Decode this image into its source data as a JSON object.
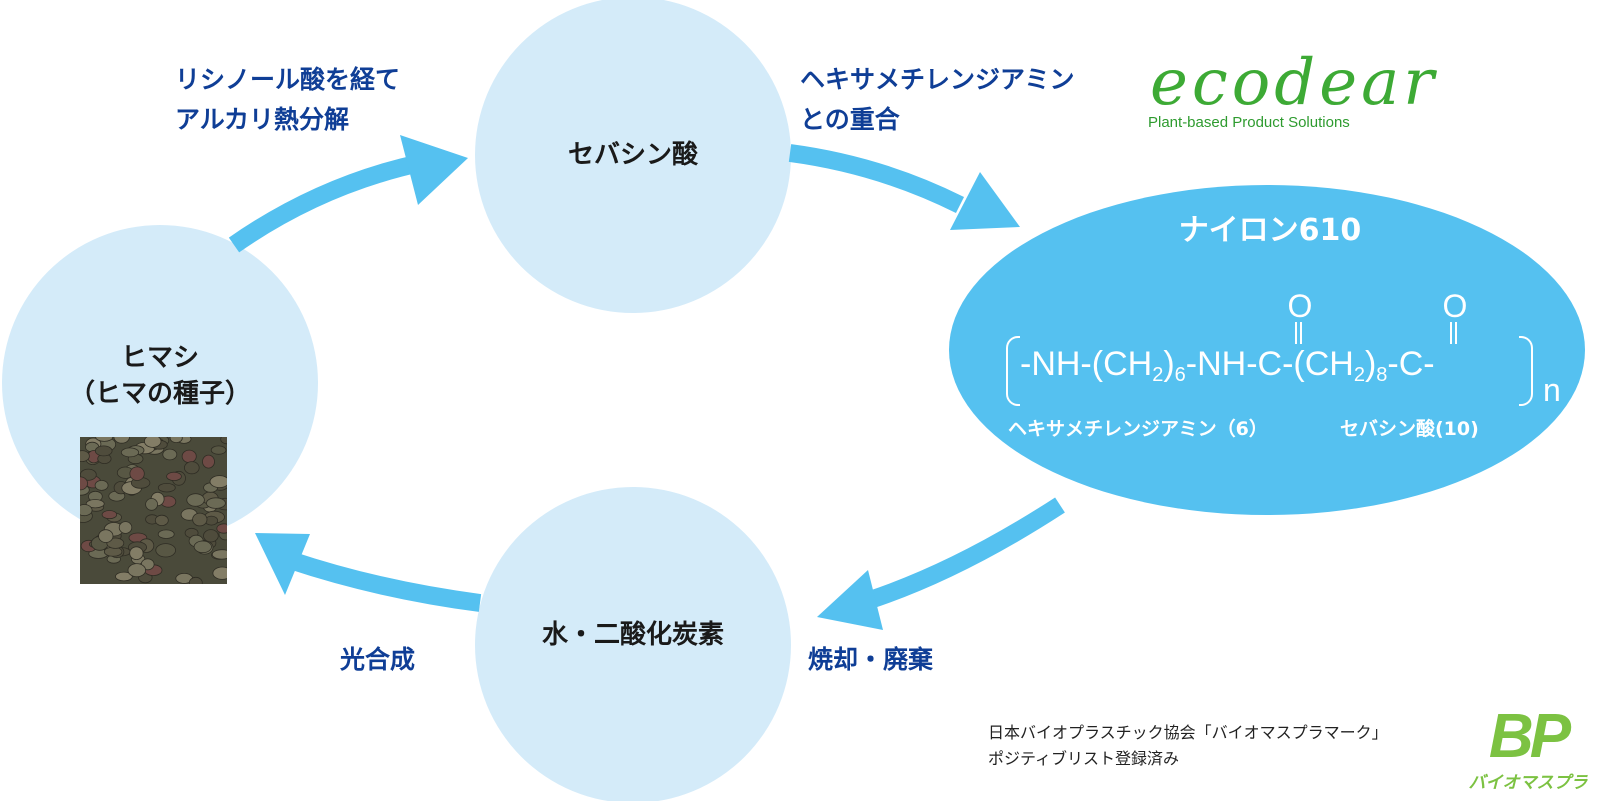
{
  "colors": {
    "node_fill": "#d4ebf9",
    "nylon_fill": "#55c1f0",
    "arrow": "#55c1f0",
    "step_label": "#0f3e96",
    "ecodear_green": "#3daa35",
    "bp_green": "#7cc242"
  },
  "nodes": {
    "castor": {
      "line1": "ヒマシ",
      "line2": "（ヒマの種子）",
      "image_alt": "castor beans photo"
    },
    "sebacic_acid": {
      "label": "セバシン酸"
    },
    "water_co2": {
      "label": "水・二酸化炭素"
    },
    "nylon": {
      "title": "ナイロン610",
      "formula": {
        "part1": "-NH-(CH",
        "sub1": "2",
        "sub1b": "6",
        "part2": "-NH-C-(CH",
        "sub2": "2",
        "sub2b": "8",
        "part3": "-C-",
        "oxygen": "O",
        "repeat": "n"
      },
      "monomer_labels": [
        "ヘキサメチレンジアミン（6）",
        "セバシン酸(10)"
      ]
    }
  },
  "steps": {
    "alkali_fusion": {
      "line1": "リシノール酸を経て",
      "line2": "アルカリ熱分解"
    },
    "polymerization": {
      "line1": "ヘキサメチレンジアミン",
      "line2": "との重合"
    },
    "incineration": {
      "label": "焼却・廃棄"
    },
    "photosynthesis": {
      "label": "光合成"
    }
  },
  "ecodear": {
    "wordmark": "ecodear",
    "tagline": "Plant-based Product Solutions"
  },
  "certification": {
    "line1": "日本バイオプラスチック協会「バイオマスプラマーク」",
    "line2": "ポジティブリスト登録済み",
    "bp_mark": "BP",
    "bp_caption": "バイオマスプラ"
  }
}
